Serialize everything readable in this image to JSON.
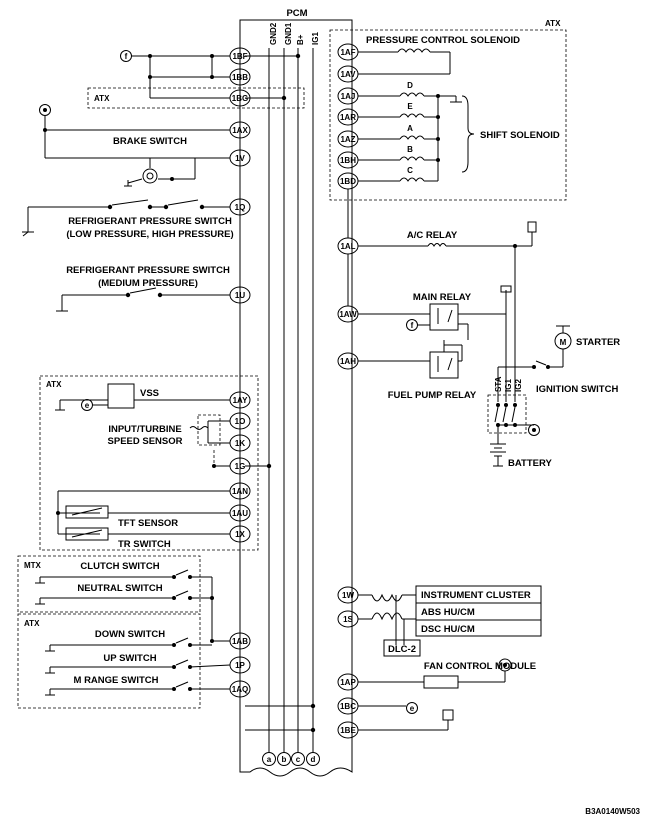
{
  "pcm": {
    "title": "PCM",
    "power_cols": [
      "GND2",
      "GND1",
      "B+",
      "IG1"
    ],
    "bottom_letters": [
      "a",
      "b",
      "c",
      "d"
    ]
  },
  "pins_left": [
    "1BF",
    "1BB",
    "1BG",
    "1AX",
    "1V",
    "1Q",
    "1U",
    "1AY",
    "1O",
    "1K",
    "1G",
    "1AN",
    "1AU",
    "1X",
    "1AB",
    "1P",
    "1AQ"
  ],
  "pins_right": [
    "1AF",
    "1AV",
    "1AJ",
    "1AR",
    "1AZ",
    "1BH",
    "1BD",
    "1AL",
    "1AW",
    "1AH",
    "1W",
    "1S",
    "1AP",
    "1BC",
    "1BE"
  ],
  "labels": {
    "atx": "ATX",
    "mtx": "MTX",
    "brake_switch": "BRAKE SWITCH",
    "refrig_switch": "REFRIGERANT PRESSURE SWITCH",
    "refrig_low_high": "(LOW PRESSURE, HIGH PRESSURE)",
    "refrig_switch_medium": "REFRIGERANT PRESSURE SWITCH",
    "refrig_medium": "(MEDIUM PRESSURE)",
    "vss": "VSS",
    "turbine_sensor_1": "INPUT/TURBINE",
    "turbine_sensor_2": "SPEED SENSOR",
    "tft_sensor": "TFT SENSOR",
    "tr_switch": "TR SWITCH",
    "clutch_switch": "CLUTCH SWITCH",
    "neutral_switch": "NEUTRAL SWITCH",
    "down_switch": "DOWN SWITCH",
    "up_switch": "UP SWITCH",
    "m_range_switch": "M RANGE SWITCH",
    "pressure_control_solenoid": "PRESSURE CONTROL SOLENOID",
    "shift_solenoid": "SHIFT SOLENOID",
    "solenoid_letters": [
      "D",
      "E",
      "A",
      "B",
      "C"
    ],
    "ac_relay": "A/C RELAY",
    "main_relay": "MAIN RELAY",
    "starter": "STARTER",
    "ignition_switch": "IGNITION SWITCH",
    "ign_cols": [
      "STA",
      "IG1",
      "IG2"
    ],
    "fuel_pump_relay": "FUEL PUMP RELAY",
    "battery": "BATTERY",
    "instrument_cluster": "INSTRUMENT CLUSTER",
    "abs_hu_cm": "ABS HU/CM",
    "dsc_hu_cm": "DSC HU/CM",
    "dlc2": "DLC-2",
    "fan_control_module": "FAN CONTROL MODULE",
    "ref_f": "f",
    "ref_e": "e",
    "starter_m": "M",
    "figure_id": "B3A0140W503"
  }
}
